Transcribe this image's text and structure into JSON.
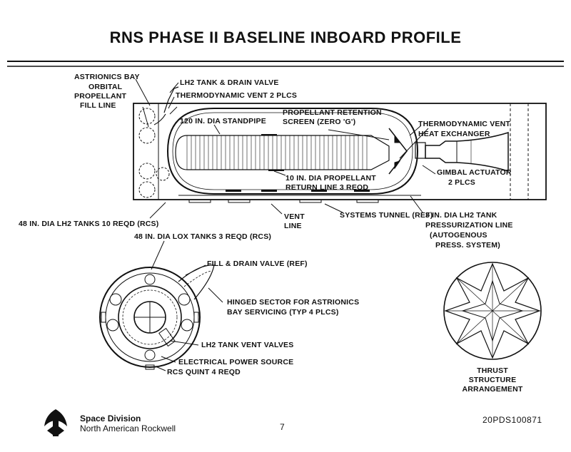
{
  "title": "RNS  PHASE II BASELINE INBOARD PROFILE",
  "labels": {
    "astrionics_bay": "ASTRIONICS BAY",
    "orbital_propellant_1": "ORBITAL",
    "orbital_propellant_2": "PROPELLANT",
    "orbital_propellant_3": "FILL LINE",
    "lh2_tank_drain_valve": "LH2 TANK & DRAIN VALVE",
    "thermo_vent_2plcs": "THERMODYNAMIC VENT 2 PLCS",
    "standpipe": "120 IN. DIA STANDPIPE",
    "propellant_retention_1": "PROPELLANT RETENTION",
    "propellant_retention_2": "SCREEN (ZERO 'G')",
    "thermo_vent_hx_1": "THERMODYNAMIC VENT",
    "thermo_vent_hx_2": "HEAT EXCHANGER",
    "propellant_return_1": "10 IN. DIA PROPELLANT",
    "propellant_return_2": "RETURN LINE 3 REQD",
    "gimbal_actuator_1": "GIMBAL ACTUATOR",
    "gimbal_actuator_2": "2 PLCS",
    "lh2_tanks_rcs": "48 IN. DIA LH2 TANKS 10 REQD (RCS)",
    "vent_line_1": "VENT",
    "vent_line_2": "LINE",
    "systems_tunnel": "SYSTEMS TUNNEL (REF)",
    "pressurization_1": "3 IN. DIA LH2 TANK",
    "pressurization_2": "PRESSURIZATION LINE",
    "pressurization_3": "(AUTOGENOUS",
    "pressurization_4": "PRESS. SYSTEM)",
    "lox_tanks": "48 IN. DIA LOX TANKS 3 REQD (RCS)",
    "fill_drain_ref": "FILL & DRAIN VALVE (REF)",
    "hinged_sector_1": "HINGED SECTOR FOR ASTRIONICS",
    "hinged_sector_2": "BAY SERVICING (TYP 4 PLCS)",
    "lh2_vent_valves": "LH2 TANK VENT VALVES",
    "electrical_power": "ELECTRICAL POWER SOURCE",
    "rcs_quint": "RCS QUINT 4 REQD",
    "thrust_1": "THRUST",
    "thrust_2": "STRUCTURE",
    "thrust_3": "ARRANGEMENT"
  },
  "footer": {
    "org_line_1": "Space Division",
    "org_line_2": "North American Rockwell",
    "page_number": "7",
    "document_id": "20PDS100871"
  },
  "colors": {
    "ink": "#111111",
    "paper": "#ffffff"
  },
  "icons": {
    "logo": "rockwell-rocket-logo"
  }
}
